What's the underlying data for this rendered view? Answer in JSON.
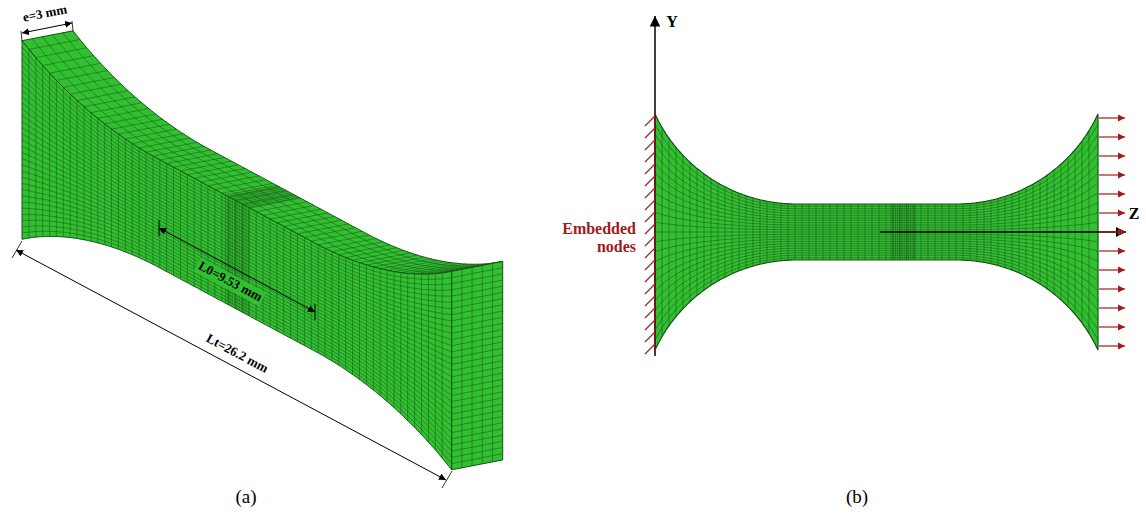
{
  "diagram": {
    "labels": [
      "e=3 mm",
      "L0=9.53 mm",
      "Lt=26.2 mm",
      "(a)",
      "Y",
      "Embedded nodes",
      "Z",
      "(b)"
    ]
  }
}
